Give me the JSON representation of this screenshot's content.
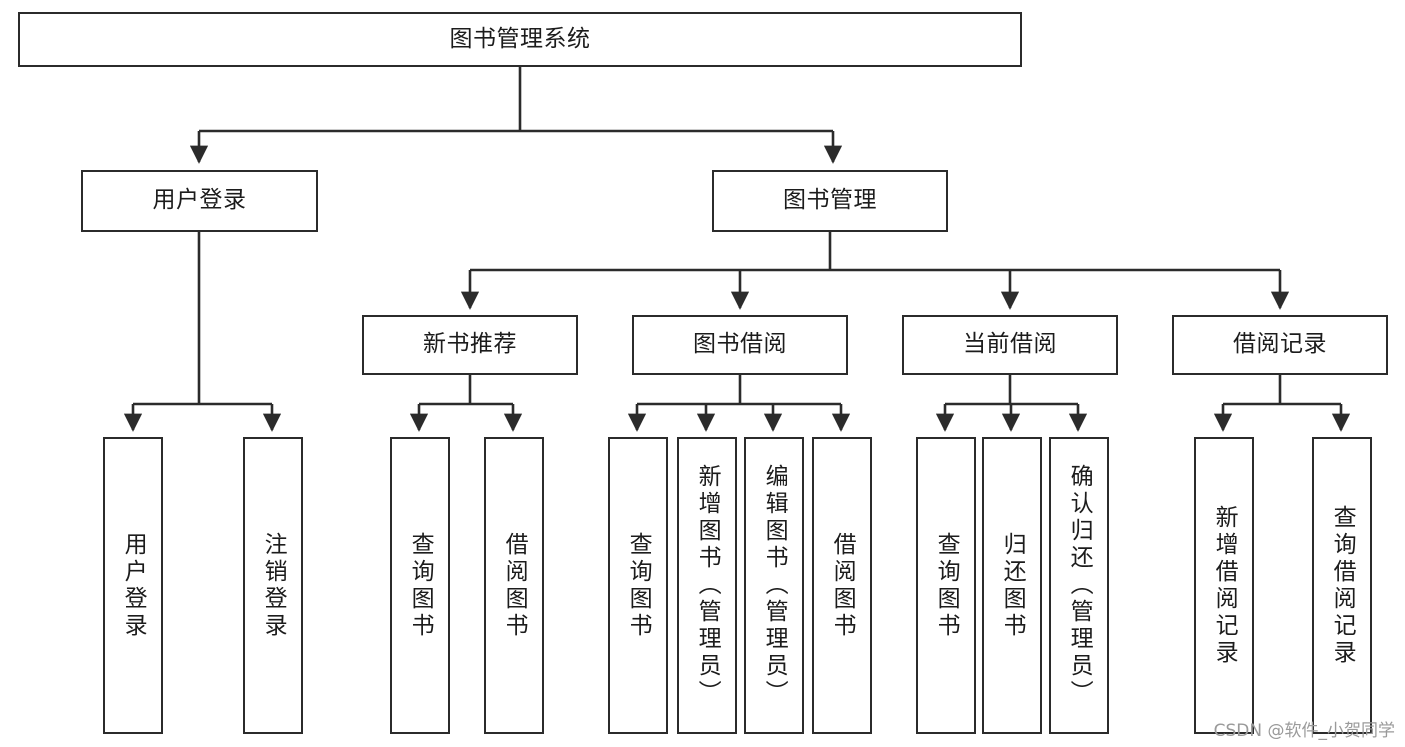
{
  "diagram": {
    "title": "图书管理系统",
    "type": "functional-structure-tree",
    "colors": {
      "box_border": "#2b2b2b",
      "box_fill": "#ffffff",
      "connector": "#2b2b2b",
      "text": "#1c1c1c",
      "watermark": "#9a9a9a"
    },
    "root": {
      "label": "图书管理系统"
    },
    "level2": [
      {
        "label": "用户登录"
      },
      {
        "label": "图书管理"
      }
    ],
    "level3": [
      {
        "label": "新书推荐"
      },
      {
        "label": "图书借阅"
      },
      {
        "label": "当前借阅"
      },
      {
        "label": "借阅记录"
      }
    ],
    "leaves": {
      "user_login": [
        {
          "label": "用户登录"
        },
        {
          "label": "注销登录"
        }
      ],
      "new_book_recommend": [
        {
          "label": "查询图书"
        },
        {
          "label": "借阅图书"
        }
      ],
      "book_borrow": [
        {
          "label": "查询图书"
        },
        {
          "label": "新增图书（管理员）"
        },
        {
          "label": "编辑图书（管理员）"
        },
        {
          "label": "借阅图书"
        }
      ],
      "current_borrow": [
        {
          "label": "查询图书"
        },
        {
          "label": "归还图书"
        },
        {
          "label": "确认归还（管理员）"
        }
      ],
      "borrow_record": [
        {
          "label": "新增借阅记录"
        },
        {
          "label": "查询借阅记录"
        }
      ]
    }
  },
  "watermark": {
    "text": "CSDN @软件_小贺同学"
  }
}
